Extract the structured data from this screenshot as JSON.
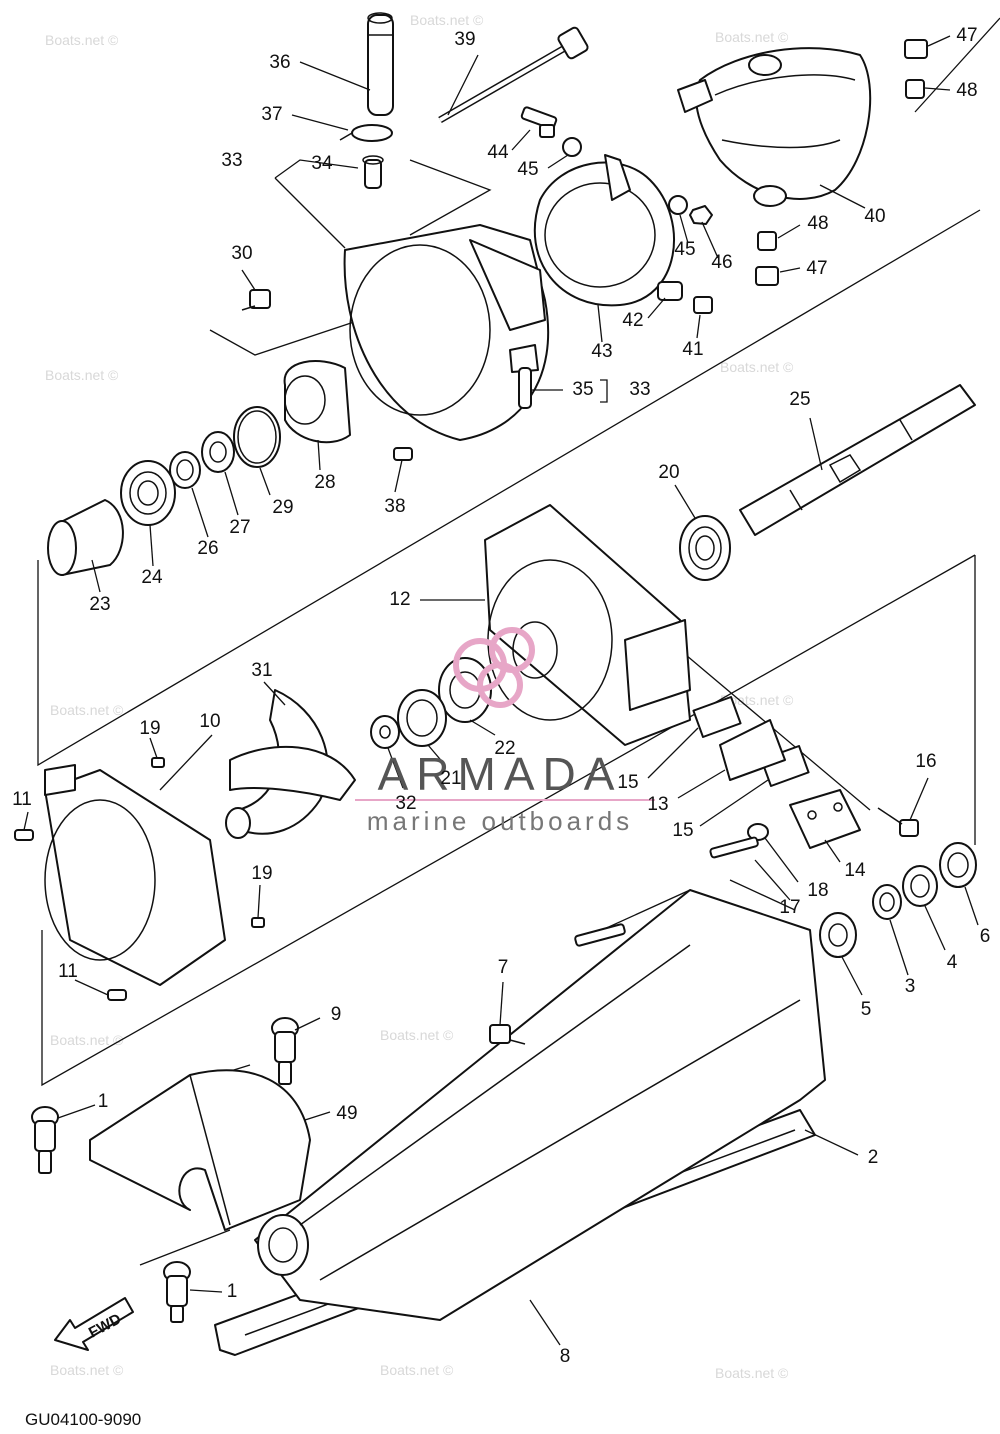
{
  "diagram": {
    "code": "GU04100-9090",
    "fwd_label": "FWD",
    "brand": "ARMADA",
    "brand_tagline": "marine outboards",
    "brand_color": "#e7a6c7",
    "watermark": "Boats.net ©"
  },
  "callouts": {
    "c1a": "1",
    "c1b": "1",
    "c2": "2",
    "c3": "3",
    "c4": "4",
    "c5": "5",
    "c6": "6",
    "c7": "7",
    "c8": "8",
    "c9": "9",
    "c10": "10",
    "c11a": "11",
    "c11b": "11",
    "c12": "12",
    "c13": "13",
    "c14": "14",
    "c15a": "15",
    "c15b": "15",
    "c16": "16",
    "c17": "17",
    "c18": "18",
    "c19a": "19",
    "c19b": "19",
    "c20": "20",
    "c21": "21",
    "c22": "22",
    "c23": "23",
    "c24": "24",
    "c25": "25",
    "c26": "26",
    "c27": "27",
    "c28": "28",
    "c29": "29",
    "c30": "30",
    "c31": "31",
    "c32": "32",
    "c33a": "33",
    "c33b": "33",
    "c34": "34",
    "c35": "35",
    "c36": "36",
    "c37": "37",
    "c38": "38",
    "c39": "39",
    "c40": "40",
    "c41": "41",
    "c42": "42",
    "c43": "43",
    "c44": "44",
    "c45a": "45",
    "c45b": "45",
    "c46": "46",
    "c47a": "47",
    "c47b": "47",
    "c48a": "48",
    "c48b": "48",
    "c49": "49"
  }
}
